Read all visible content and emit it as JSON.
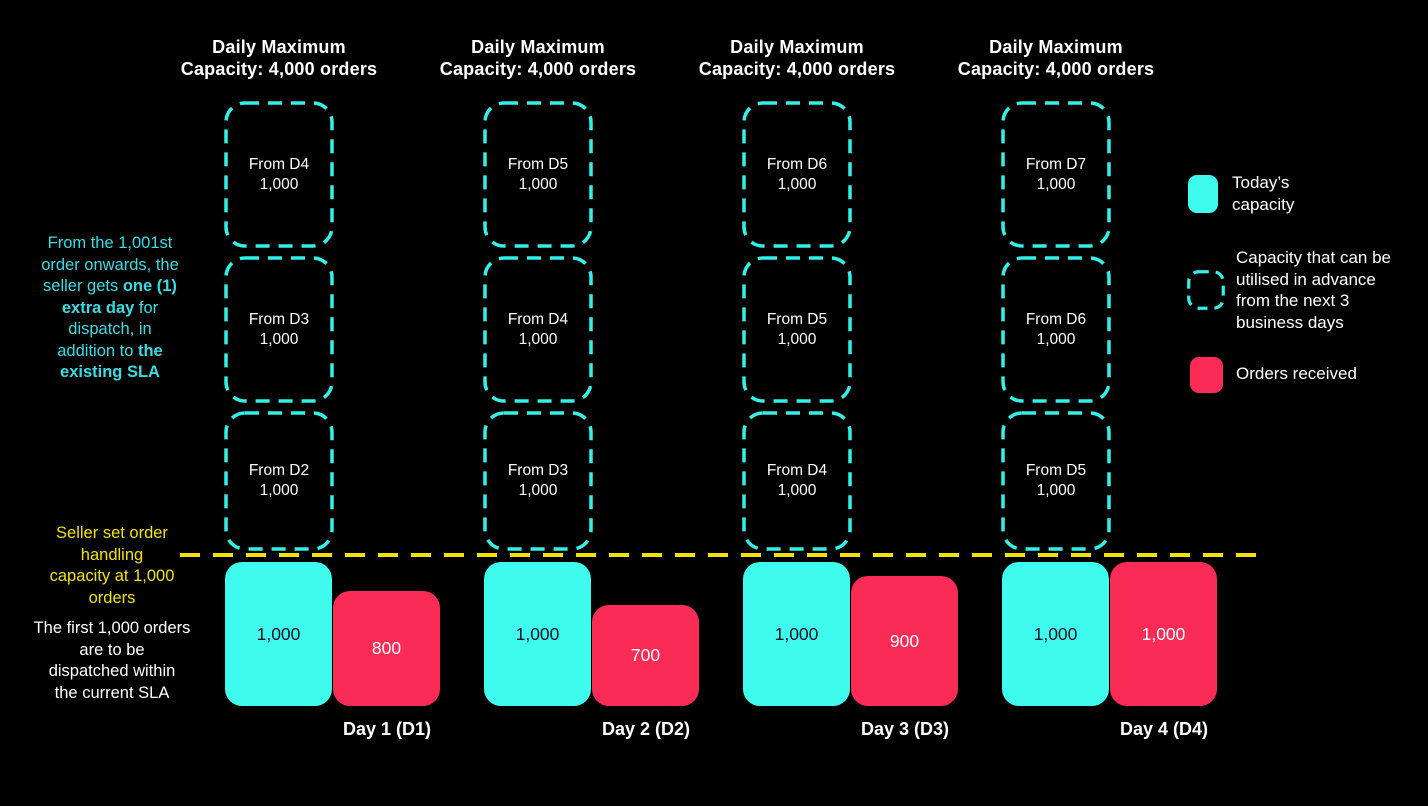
{
  "colors": {
    "background": "#000000",
    "capacity_cyan": "#3FFBEE",
    "dashed_cyan": "#33F1E7",
    "orders_pink": "#FA2C55",
    "divider_yellow": "#F2E205",
    "note_cyan": "#38DCE3",
    "text_white": "#FFFFFF",
    "dark_value_text": "#0A1220"
  },
  "annotations": {
    "extra_day_note_lines": [
      [
        {
          "t": "From the 1,001st"
        }
      ],
      [
        {
          "t": "order onwards, the"
        }
      ],
      [
        {
          "t": "seller gets "
        },
        {
          "t": "one (1)",
          "b": true
        }
      ],
      [
        {
          "t": "extra day",
          "b": true
        },
        {
          "t": " for"
        }
      ],
      [
        {
          "t": "dispatch, in"
        }
      ],
      [
        {
          "t": "addition to "
        },
        {
          "t": "the",
          "b": true
        }
      ],
      [
        {
          "t": "existing SLA",
          "b": true
        }
      ]
    ],
    "capacity_note_lines": [
      "Seller set order",
      "handling",
      "capacity at 1,000",
      "orders"
    ],
    "sla_note_lines": [
      "The first 1,000 orders",
      "are to be",
      "dispatched within",
      "the current SLA"
    ]
  },
  "columns": [
    {
      "header_lines": [
        "Daily Maximum",
        "Capacity: 4,000 orders"
      ],
      "future_slots": [
        {
          "label": "From D4",
          "value": "1,000"
        },
        {
          "label": "From D3",
          "value": "1,000"
        },
        {
          "label": "From D2",
          "value": "1,000"
        }
      ],
      "today_capacity": "1,000",
      "orders_received": "800",
      "day_label": "Day 1 (D1)"
    },
    {
      "header_lines": [
        "Daily Maximum",
        "Capacity: 4,000 orders"
      ],
      "future_slots": [
        {
          "label": "From D5",
          "value": "1,000"
        },
        {
          "label": "From D4",
          "value": "1,000"
        },
        {
          "label": "From D3",
          "value": "1,000"
        }
      ],
      "today_capacity": "1,000",
      "orders_received": "700",
      "day_label": "Day 2 (D2)"
    },
    {
      "header_lines": [
        "Daily Maximum",
        "Capacity: 4,000 orders"
      ],
      "future_slots": [
        {
          "label": "From D6",
          "value": "1,000"
        },
        {
          "label": "From D5",
          "value": "1,000"
        },
        {
          "label": "From D4",
          "value": "1,000"
        }
      ],
      "today_capacity": "1,000",
      "orders_received": "900",
      "day_label": "Day 3 (D3)"
    },
    {
      "header_lines": [
        "Daily Maximum",
        "Capacity: 4,000 orders"
      ],
      "future_slots": [
        {
          "label": "From D7",
          "value": "1,000"
        },
        {
          "label": "From D6",
          "value": "1,000"
        },
        {
          "label": "From D5",
          "value": "1,000"
        }
      ],
      "today_capacity": "1,000",
      "orders_received": "1,000",
      "day_label": "Day 4 (D4)"
    }
  ],
  "legend": {
    "today_capacity_lines": [
      "Today’s",
      "capacity"
    ],
    "advance_capacity_lines": [
      "Capacity that can be",
      "utilised in advance",
      "from the next 3",
      "business days"
    ],
    "orders_received_lines": [
      "Orders received"
    ]
  }
}
